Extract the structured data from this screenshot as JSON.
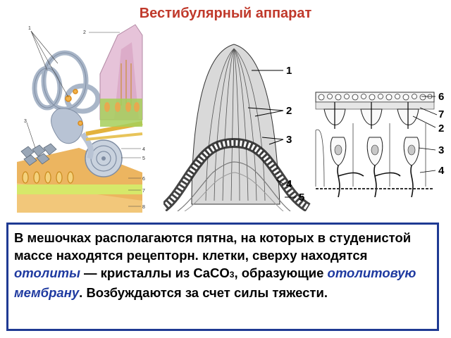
{
  "title": "Вестибулярный аппарат",
  "figure_left": {
    "labels": [
      "1",
      "2",
      "3",
      "4",
      "5",
      "6",
      "7",
      "8"
    ]
  },
  "figure_middle": {
    "labels": [
      "1",
      "2",
      "3",
      "4",
      "5"
    ]
  },
  "figure_right": {
    "labels": [
      "6",
      "7",
      "2",
      "3",
      "4"
    ]
  },
  "description": {
    "part1": "В мешочках располагаются пятна, на которых в студенистой массе находятся рецепторн. клетки, сверху находятся ",
    "term1": "отолиты",
    "part2": " — кристаллы из CaCO",
    "subscript": "3",
    "part3": ", образующие ",
    "term2": "отолитовую мембрану",
    "part4": ". Возбуждаются за счет силы тяжести."
  },
  "colors": {
    "title": "#c0392b",
    "highlight": "#1f3aa0",
    "box_border": "#1f3a93"
  }
}
